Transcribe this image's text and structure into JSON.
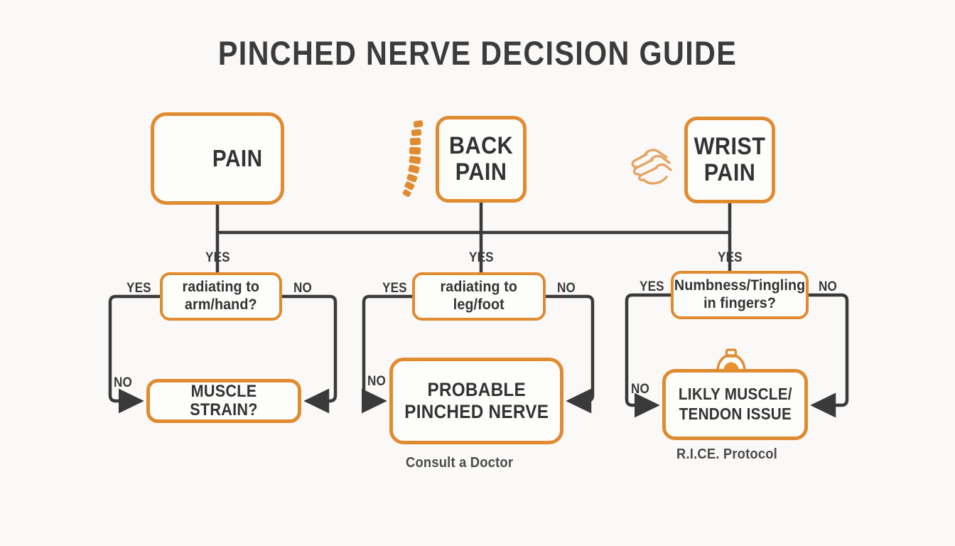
{
  "page": {
    "title": "PINCHED NERVE DECISION GUIDE",
    "background_color": "#faf9f7",
    "accent_color": "#e08b30",
    "text_color": "#333333",
    "connector_color": "#3a3a3a"
  },
  "top_nodes": [
    {
      "id": "neck-pain",
      "label": "PAIN",
      "icon": "lightning-bolt-circle-icon",
      "secondary_icon": "neck-pain-icon"
    },
    {
      "id": "back-pain",
      "label": "BACK\nPAIN",
      "line1": "BACK",
      "line2": "PAIN",
      "icon": "spine-icon"
    },
    {
      "id": "wrist-pain",
      "label": "WRIST\nPAIN",
      "line1": "WRIST",
      "line2": "PAIN",
      "icon": "hand-icon"
    }
  ],
  "branch_labels": {
    "trunk_yes_left": "YES",
    "trunk_yes_center": "YES",
    "trunk_yes_right": "YES"
  },
  "question_nodes": [
    {
      "id": "q-neck",
      "line1": "radiating to",
      "line2": "arm/hand?",
      "yes_label": "YES",
      "no_label": "NO"
    },
    {
      "id": "q-back",
      "line1": "radiating to",
      "line2": "leg/foot",
      "yes_label": "YES",
      "no_label": "NO"
    },
    {
      "id": "q-wrist",
      "line1": "Numbness/Tingling",
      "line2": "in fingers?",
      "yes_label": "YES",
      "no_label": "NO"
    }
  ],
  "outcome_nodes": [
    {
      "id": "muscle-strain",
      "line1": "MUSCLE STRAIN?",
      "line2": "",
      "caption": "",
      "no_label": "NO",
      "icons": []
    },
    {
      "id": "pinched-nerve",
      "line1": "PROBABLE",
      "line2": "PINCHED NERVE",
      "caption": "Consult a Doctor",
      "no_label": "NO",
      "icons": [
        "first-aid-kit-icon",
        "briefcase-icon"
      ]
    },
    {
      "id": "tendon-issue",
      "line1": "LIKLY MUSCLE/",
      "line2": "TENDON ISSUE",
      "caption": "R.I.CE. Protocol",
      "no_label": "NO",
      "icons": [
        "ice-pack-icon"
      ]
    }
  ]
}
